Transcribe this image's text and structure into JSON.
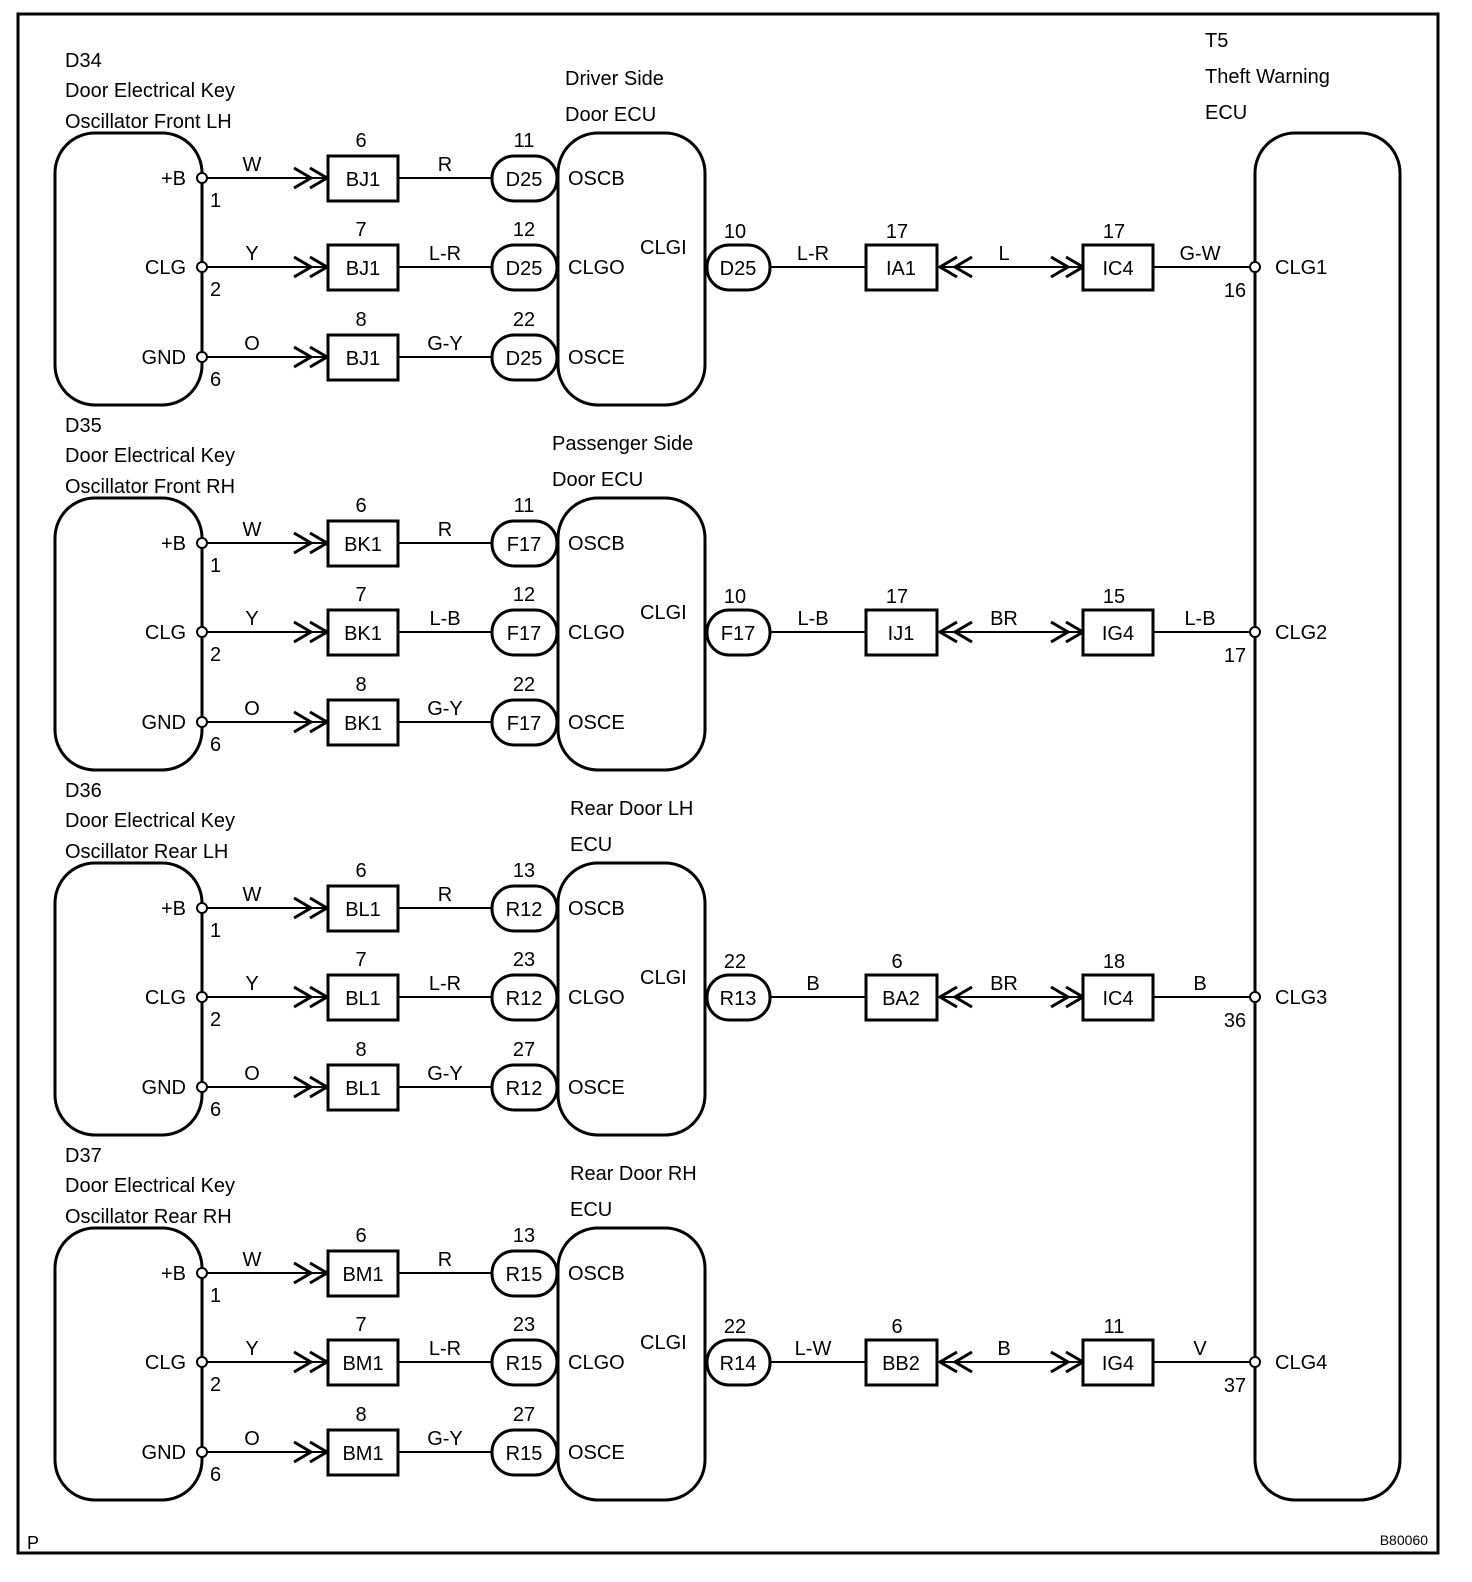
{
  "t5": {
    "code": "T5",
    "name_line1": "Theft Warning",
    "name_line2": "ECU",
    "terminals": [
      {
        "label": "CLG1",
        "pin": "16"
      },
      {
        "label": "CLG2",
        "pin": "17"
      },
      {
        "label": "CLG3",
        "pin": "36"
      },
      {
        "label": "CLG4",
        "pin": "37"
      }
    ]
  },
  "sections": [
    {
      "oscillator": {
        "code": "D34",
        "name_line1": "Door Electrical Key",
        "name_line2": "Oscillator Front LH"
      },
      "door_ecu": {
        "name_line1": "Driver Side",
        "name_line2": "Door ECU",
        "output_terminal": "CLGI"
      },
      "rows": [
        {
          "osc_terminal": "+B",
          "osc_pin": "1",
          "wire_a": "W",
          "junction": "BJ1",
          "junction_pin": "6",
          "wire_b": "R",
          "connector": "D25",
          "connector_pin": "11",
          "ecu_terminal": "OSCB"
        },
        {
          "osc_terminal": "CLG",
          "osc_pin": "2",
          "wire_a": "Y",
          "junction": "BJ1",
          "junction_pin": "7",
          "wire_b": "L-R",
          "connector": "D25",
          "connector_pin": "12",
          "ecu_terminal": "CLGO"
        },
        {
          "osc_terminal": "GND",
          "osc_pin": "6",
          "wire_a": "O",
          "junction": "BJ1",
          "junction_pin": "8",
          "wire_b": "G-Y",
          "connector": "D25",
          "connector_pin": "22",
          "ecu_terminal": "OSCE"
        }
      ],
      "output": {
        "connector": "D25",
        "connector_pin": "10",
        "wire_a": "L-R",
        "junction_1": "IA1",
        "junction_1_pin": "17",
        "wire_b": "L",
        "junction_2": "IC4",
        "junction_2_pin": "17",
        "wire_c": "G-W"
      }
    },
    {
      "oscillator": {
        "code": "D35",
        "name_line1": "Door Electrical Key",
        "name_line2": "Oscillator Front RH"
      },
      "door_ecu": {
        "name_line1": "Passenger Side",
        "name_line2": "Door ECU",
        "output_terminal": "CLGI"
      },
      "rows": [
        {
          "osc_terminal": "+B",
          "osc_pin": "1",
          "wire_a": "W",
          "junction": "BK1",
          "junction_pin": "6",
          "wire_b": "R",
          "connector": "F17",
          "connector_pin": "11",
          "ecu_terminal": "OSCB"
        },
        {
          "osc_terminal": "CLG",
          "osc_pin": "2",
          "wire_a": "Y",
          "junction": "BK1",
          "junction_pin": "7",
          "wire_b": "L-B",
          "connector": "F17",
          "connector_pin": "12",
          "ecu_terminal": "CLGO"
        },
        {
          "osc_terminal": "GND",
          "osc_pin": "6",
          "wire_a": "O",
          "junction": "BK1",
          "junction_pin": "8",
          "wire_b": "G-Y",
          "connector": "F17",
          "connector_pin": "22",
          "ecu_terminal": "OSCE"
        }
      ],
      "output": {
        "connector": "F17",
        "connector_pin": "10",
        "wire_a": "L-B",
        "junction_1": "IJ1",
        "junction_1_pin": "17",
        "wire_b": "BR",
        "junction_2": "IG4",
        "junction_2_pin": "15",
        "wire_c": "L-B"
      }
    },
    {
      "oscillator": {
        "code": "D36",
        "name_line1": "Door Electrical Key",
        "name_line2": "Oscillator Rear LH"
      },
      "door_ecu": {
        "name_line1": "Rear Door LH",
        "name_line2": "ECU",
        "output_terminal": "CLGI"
      },
      "rows": [
        {
          "osc_terminal": "+B",
          "osc_pin": "1",
          "wire_a": "W",
          "junction": "BL1",
          "junction_pin": "6",
          "wire_b": "R",
          "connector": "R12",
          "connector_pin": "13",
          "ecu_terminal": "OSCB"
        },
        {
          "osc_terminal": "CLG",
          "osc_pin": "2",
          "wire_a": "Y",
          "junction": "BL1",
          "junction_pin": "7",
          "wire_b": "L-R",
          "connector": "R12",
          "connector_pin": "23",
          "ecu_terminal": "CLGO"
        },
        {
          "osc_terminal": "GND",
          "osc_pin": "6",
          "wire_a": "O",
          "junction": "BL1",
          "junction_pin": "8",
          "wire_b": "G-Y",
          "connector": "R12",
          "connector_pin": "27",
          "ecu_terminal": "OSCE"
        }
      ],
      "output": {
        "connector": "R13",
        "connector_pin": "22",
        "wire_a": "B",
        "junction_1": "BA2",
        "junction_1_pin": "6",
        "wire_b": "BR",
        "junction_2": "IC4",
        "junction_2_pin": "18",
        "wire_c": "B"
      }
    },
    {
      "oscillator": {
        "code": "D37",
        "name_line1": "Door Electrical Key",
        "name_line2": "Oscillator Rear RH"
      },
      "door_ecu": {
        "name_line1": "Rear Door RH",
        "name_line2": "ECU",
        "output_terminal": "CLGI"
      },
      "rows": [
        {
          "osc_terminal": "+B",
          "osc_pin": "1",
          "wire_a": "W",
          "junction": "BM1",
          "junction_pin": "6",
          "wire_b": "R",
          "connector": "R15",
          "connector_pin": "13",
          "ecu_terminal": "OSCB"
        },
        {
          "osc_terminal": "CLG",
          "osc_pin": "2",
          "wire_a": "Y",
          "junction": "BM1",
          "junction_pin": "7",
          "wire_b": "L-R",
          "connector": "R15",
          "connector_pin": "23",
          "ecu_terminal": "CLGO"
        },
        {
          "osc_terminal": "GND",
          "osc_pin": "6",
          "wire_a": "O",
          "junction": "BM1",
          "junction_pin": "8",
          "wire_b": "G-Y",
          "connector": "R15",
          "connector_pin": "27",
          "ecu_terminal": "OSCE"
        }
      ],
      "output": {
        "connector": "R14",
        "connector_pin": "22",
        "wire_a": "L-W",
        "junction_1": "BB2",
        "junction_1_pin": "6",
        "wire_b": "B",
        "junction_2": "IG4",
        "junction_2_pin": "11",
        "wire_c": "V"
      }
    }
  ],
  "footer": {
    "left": "P",
    "right": "B80060"
  }
}
